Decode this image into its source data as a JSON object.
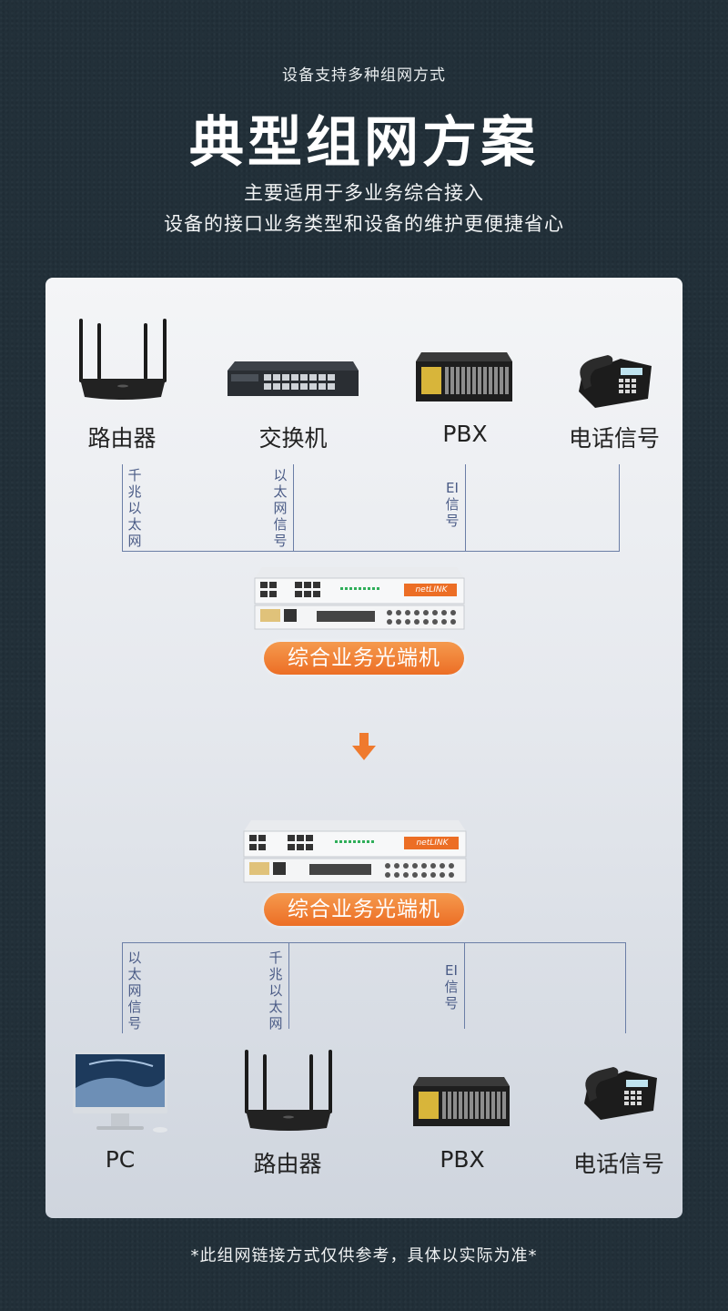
{
  "header": {
    "eyebrow": "设备支持多种组网方式",
    "title": "典型组网方案",
    "subtitle_line1": "主要适用于多业务综合接入",
    "subtitle_line2": "设备的接口业务类型和设备的维护更便捷省心"
  },
  "top_devices": [
    {
      "label": "路由器",
      "icon": "router-icon"
    },
    {
      "label": "交换机",
      "icon": "switch-icon"
    },
    {
      "label": "PBX",
      "icon": "pbx-icon"
    },
    {
      "label": "电话信号",
      "icon": "telephone-icon"
    }
  ],
  "top_links": [
    "千兆以太网",
    "以太网信号",
    "EI信号"
  ],
  "multiplexer_label_top": "综合业务光端机",
  "multiplexer_label_bottom": "综合业务光端机",
  "arrow_icon": "down-arrow-icon",
  "bottom_links": [
    "以太网信号",
    "千兆以太网",
    "EI信号"
  ],
  "bottom_devices": [
    {
      "label": "PC",
      "icon": "pc-icon"
    },
    {
      "label": "路由器",
      "icon": "router-icon"
    },
    {
      "label": "PBX",
      "icon": "pbx-icon"
    },
    {
      "label": "电话信号",
      "icon": "telephone-icon"
    }
  ],
  "multiplexer_brand": "netLINK",
  "footer": "*此组网链接方式仅供参考，具体以实际为准*",
  "colors": {
    "accent": "#ec6e25",
    "line": "#6b7ea6",
    "background": "#223039"
  }
}
